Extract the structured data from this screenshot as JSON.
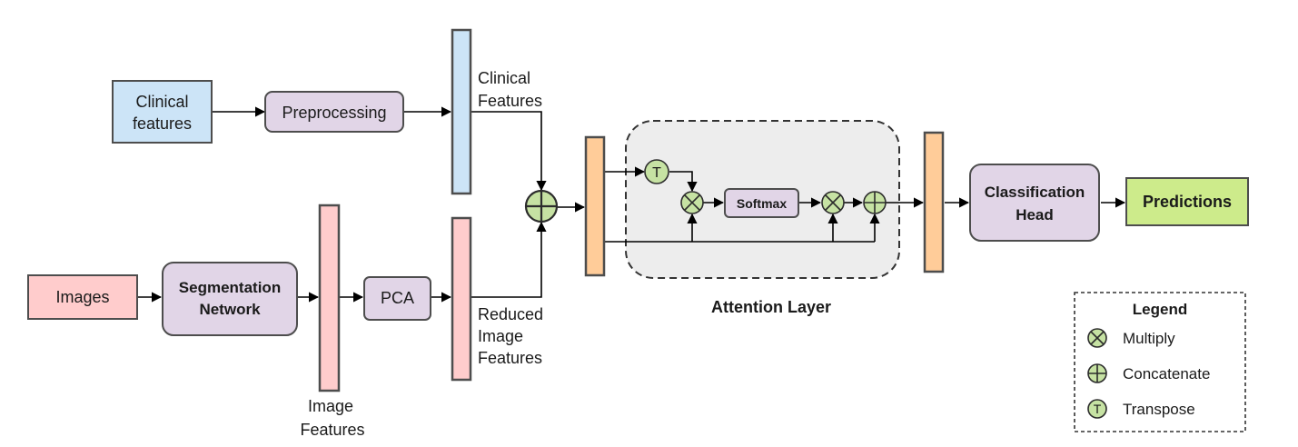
{
  "colors": {
    "clinical": "#cce4f7",
    "image": "#ffcccc",
    "process": "#e1d5e7",
    "fused": "#ffcc99",
    "output": "#cdeb8b",
    "operator": "#c6e2a3",
    "attention_bg": "#ededed"
  },
  "nodes": {
    "clinical_input": {
      "lines": [
        "Clinical",
        "features"
      ]
    },
    "preprocessing": {
      "label": "Preprocessing"
    },
    "clinical_features_label": {
      "lines": [
        "Clinical",
        "Features"
      ]
    },
    "images": {
      "label": "Images"
    },
    "segmentation": {
      "lines": [
        "Segmentation",
        "Network"
      ]
    },
    "image_features_label": {
      "lines": [
        "Image",
        "Features"
      ]
    },
    "pca": {
      "label": "PCA"
    },
    "reduced_features_label": {
      "lines": [
        "Reduced",
        "Image",
        "Features"
      ]
    },
    "softmax": {
      "label": "Softmax"
    },
    "transpose_symbol": {
      "label": "T"
    },
    "attention_layer": {
      "label": "Attention Layer"
    },
    "classification_head": {
      "lines": [
        "Classification",
        "Head"
      ]
    },
    "predictions": {
      "label": "Predictions"
    }
  },
  "legend": {
    "title": "Legend",
    "items": [
      {
        "icon": "multiply-icon",
        "label": "Multiply"
      },
      {
        "icon": "concatenate-icon",
        "label": "Concatenate"
      },
      {
        "icon": "transpose-icon",
        "label": "Transpose",
        "symbol": "T"
      }
    ]
  }
}
